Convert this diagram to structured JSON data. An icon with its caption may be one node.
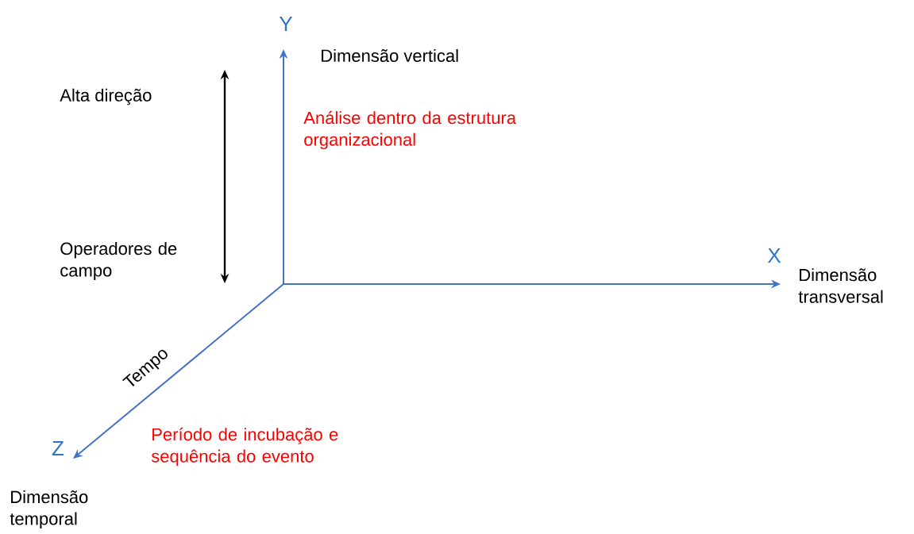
{
  "diagram": {
    "labels": [
      "Y",
      "Dimensão vertical",
      "Alta direção",
      "Análise dentro da estrutura organizacional",
      "Operadores de campo",
      "X",
      "Dimensão transversal",
      "Tempo",
      "Z",
      "Período de incubação e sequência do evento",
      "Dimensão temporal"
    ]
  }
}
